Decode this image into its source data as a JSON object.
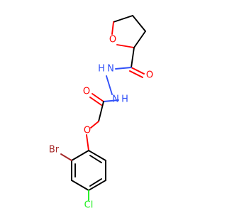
{
  "molecule": {
    "atoms": {
      "ring_oxygen": {
        "label": "O",
        "color": "#ff0000"
      },
      "carbonyl_oxygen_top": {
        "label": "O",
        "color": "#ff0000"
      },
      "nh_upper": {
        "label": "N",
        "color": "#3050f8"
      },
      "h_upper": {
        "label": "H",
        "color": "#3050f8"
      },
      "nh_lower": {
        "label": "N",
        "color": "#3050f8"
      },
      "h_lower": {
        "label": "H",
        "color": "#3050f8"
      },
      "carbonyl_oxygen_mid": {
        "label": "O",
        "color": "#ff0000"
      },
      "ether_oxygen": {
        "label": "O",
        "color": "#ff0000"
      },
      "bromine": {
        "label": "Br",
        "color": "#a62929"
      },
      "chlorine": {
        "label": "Cl",
        "color": "#1ff01f"
      }
    }
  }
}
